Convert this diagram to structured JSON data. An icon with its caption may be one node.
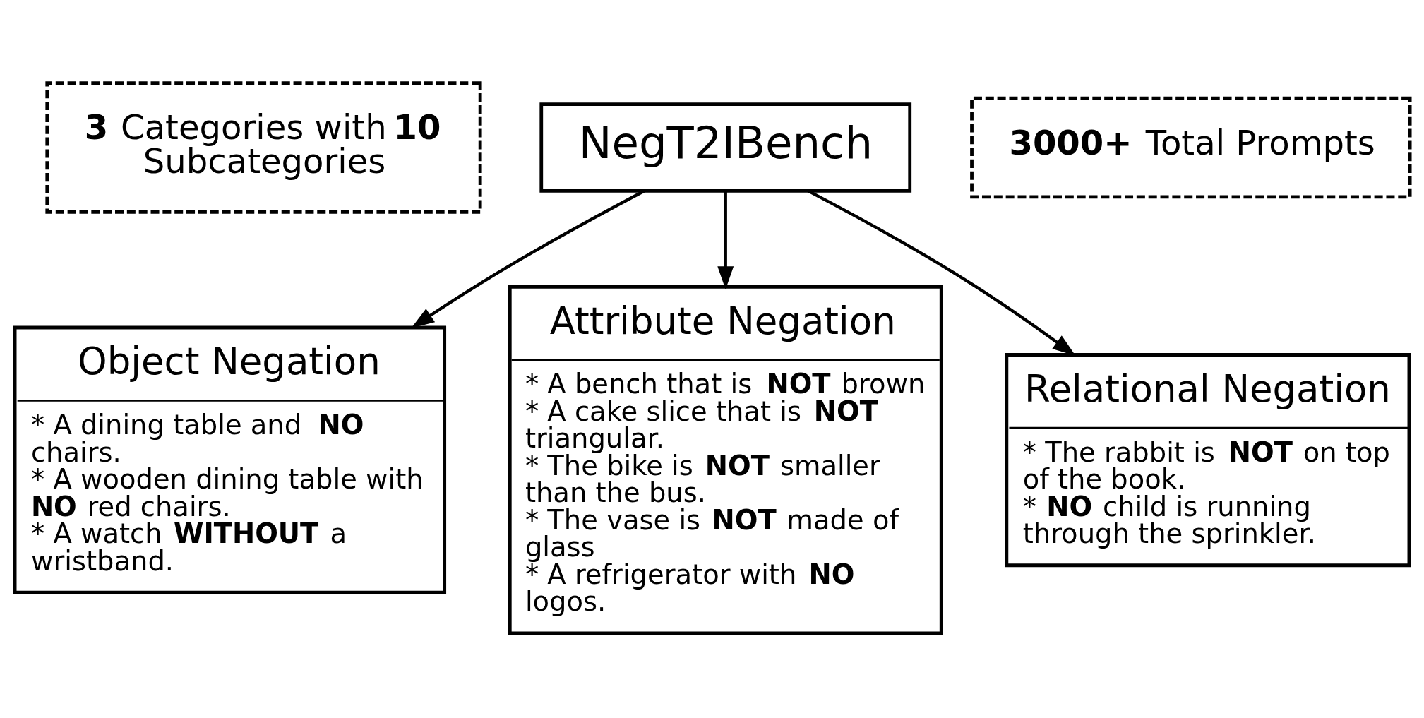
{
  "diagram": {
    "nodes": [
      {
        "text": [
          "**3** Categories with **10** Subcategories"
        ]
      },
      {
        "text": [
          "NegT2IBench"
        ]
      },
      {
        "text": [
          "**3000+** Total Prompts"
        ]
      },
      {
        "text": [
          "Object Negation",
          "* A dining table and **NO** chairs.",
          "* A wooden dining table with **NO** red chairs.",
          "* A watch **WITHOUT** a wristband."
        ]
      },
      {
        "text": [
          "Attribute Negation",
          "* A bench that is **NOT** brown",
          "* A cake slice that is **NOT** triangular.",
          "* The bike is **NOT** smaller than the bus.",
          "* The vase is **NOT** made of glass",
          "* A refrigerator with **NO** logos."
        ]
      },
      {
        "text": [
          "Relational Negation",
          "* The rabbit is **NOT** on top of the book.",
          "* **NO** child is running through the sprinkler."
        ]
      }
    ],
    "edges": [
      {
        "from": 1,
        "to": 3,
        "arrow": "to"
      },
      {
        "from": 1,
        "to": 4,
        "arrow": "to"
      },
      {
        "from": 1,
        "to": 5,
        "arrow": "to"
      }
    ]
  }
}
